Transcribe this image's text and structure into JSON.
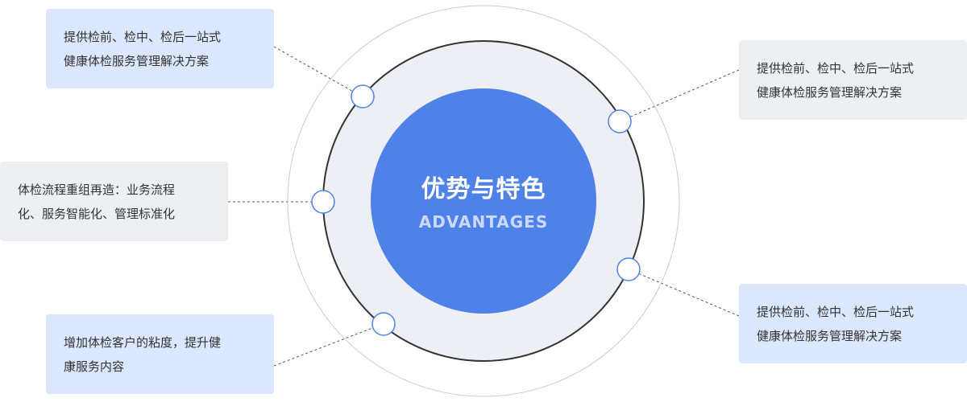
{
  "center": {
    "title": "优势与特色",
    "subtitle": "ADVANTAGES"
  },
  "callouts": [
    {
      "line1": "提供检前、检中、检后一站式",
      "line2": "健康体检服务管理解决方案"
    },
    {
      "line1": "体检流程重组再造：业务流程",
      "line2": "化、服务智能化、管理标准化"
    },
    {
      "line1": "增加体检客户的粘度，提升健",
      "line2": "康服务内容"
    },
    {
      "line1": "提供检前、检中、检后一站式",
      "line2": "健康体检服务管理解决方案"
    },
    {
      "line1": "提供检前、检中、检后一站式",
      "line2": "健康体检服务管理解决方案"
    }
  ],
  "colors": {
    "core_blue": "#4f82e8",
    "ring_fill": "#eeeff4",
    "ring_stroke": "#333333",
    "outer_ring": "#cccccc",
    "node_stroke": "#4f82e8",
    "callout_blue": "#dbe7fd",
    "callout_grey": "#eeeff3"
  }
}
